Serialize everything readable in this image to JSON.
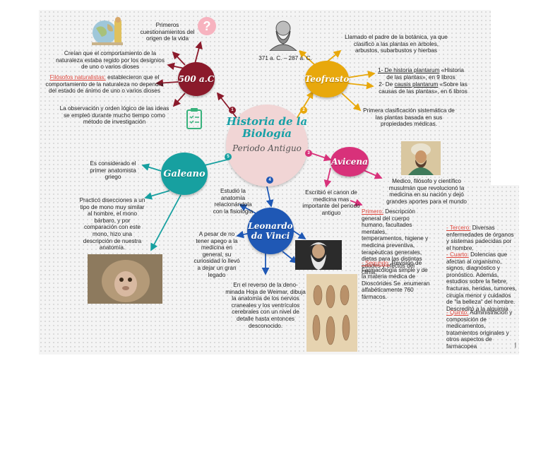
{
  "center": {
    "title": "Historia de la Biología",
    "subtitle": "Periodo Antiguo"
  },
  "nodes": {
    "n1": {
      "label": "500 a.C",
      "num": "1",
      "color": "#8b1a2b"
    },
    "n2": {
      "label": "Teofrasto",
      "num": "2",
      "color": "#e8a80c"
    },
    "n3": {
      "label": "Avicena",
      "num": "3",
      "color": "#d8317a"
    },
    "n4": {
      "label": "Leonardo da Vinci",
      "num": "4",
      "color": "#1f58b5"
    },
    "n5": {
      "label": "Galeano",
      "num": "5",
      "color": "#17a0a0"
    }
  },
  "texts": {
    "origen": "Primeros cuestionamientos del origen de la vida",
    "creian": "Creían que el comportamiento de la naturaleza estaba regido por los designios de uno o varios dioses",
    "filosofos_label": "Filósofos naturalistas:",
    "filosofos": " establecieron que el comportamiento de la naturaleza no dependía del estado de ánimo de uno o varios dioses",
    "observacion": "La observación y orden lógico de las ideas se empleó durante mucho tiempo como método de investigación",
    "teofrasto_dates": "371 a. C. – 287 a. C.",
    "padre": "Llamado el padre de la botánica, ya que clasificó a las plantas en árboles, arbustos, subarbustos y hierbas",
    "libro1_pre": "1- De historia plantarum",
    "libro1_post": " «Historia de las plantas», en 9 libros",
    "libro2_pre": "2- De ",
    "libro2_u": "causis plantarum",
    "libro2_post": " «Sobre las causas de las plantas», en 6 libros",
    "clasificacion": "Primera clasificación sistemática de las plantas basada en sus propiedades médicas.",
    "avicena_desc": "Medico, filósofo y científico musulmán que revolucionó la medicina en su nación y dejó grandes aportes para el mundo",
    "canon": "Escribió el canon de medicina mas importante del periodo antiguo",
    "primero_label": "Primero:",
    "primero": " Descripción general del cuerpo humano, facultades mentales, temperamentos, higiene y medicina preventiva, terapéuticas generales, dietas para las distintas edades y efectos del clima.",
    "segundo_label": "- Segundo:",
    "segundo": " Revisión de Farmacología simple y de la materia médica de Dioscórides Se .enumeran alfabéticamente 760 fármacos.",
    "tercero_label": "- Tercero:",
    "tercero": " Diversas enfermedades de órganos y sistemas padecidas por el hombre.",
    "cuarto_label": "- Cuarto:",
    "cuarto": " Dolencias que afectan al organismo, signos, diagnóstico y pronóstico. Además, estudios sobre la fiebre, fracturas, heridas, tumores, cirugía menor y cuidados de \"la belleza\" del hombre. Descredító a la alquimia",
    "quinto_label": "- Quinto:",
    "quinto": " Administración y composición de medicamentos, tratamientos originales y otros aspectos de farmacopea",
    "estudio": "Estudió la anatomía relacionándola con la fisiología",
    "apego": "A pesar de no tener apego a la medicina en general, su curiosidad lo llevó a dejar un gran legado",
    "reverso": "En el reverso de la deno-minada Hoja de Weimar, dibuja la anatomía de los nervios craneales y los ventrículos cerebrales con un nivel de detalle hasta entonces desconocido.",
    "galeano_anat": "Es considerado el primer anatomista griego",
    "disecciones": "Practicó disecciones a un tipo de mono muy similar al hombre, el mono bárbaro, y por comparación con este mono, hizo una descripción de nuestra anatomía.",
    "page_mark": "|"
  },
  "icons": {
    "question": "?"
  }
}
